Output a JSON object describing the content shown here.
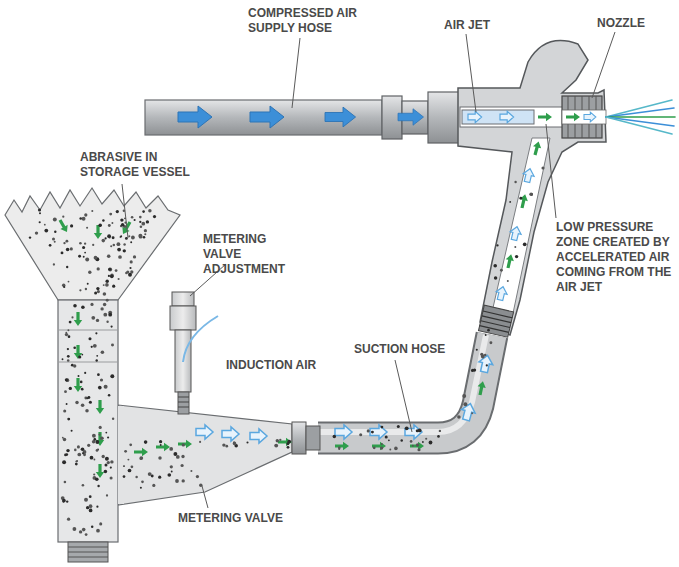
{
  "diagram": {
    "labels": [
      "COMPRESSED AIR SUPPLY HOSE",
      "AIR JET",
      "NOZZLE",
      "ABRASIVE IN STORAGE VESSEL",
      "METERING VALVE ADJUSTMENT",
      "INDUCTION AIR",
      "SUCTION HOSE",
      "LOW PRESSURE ZONE CREATED BY ACCELERATED AIR COMING FROM THE AIR JET",
      "METERING VALVE"
    ]
  }
}
